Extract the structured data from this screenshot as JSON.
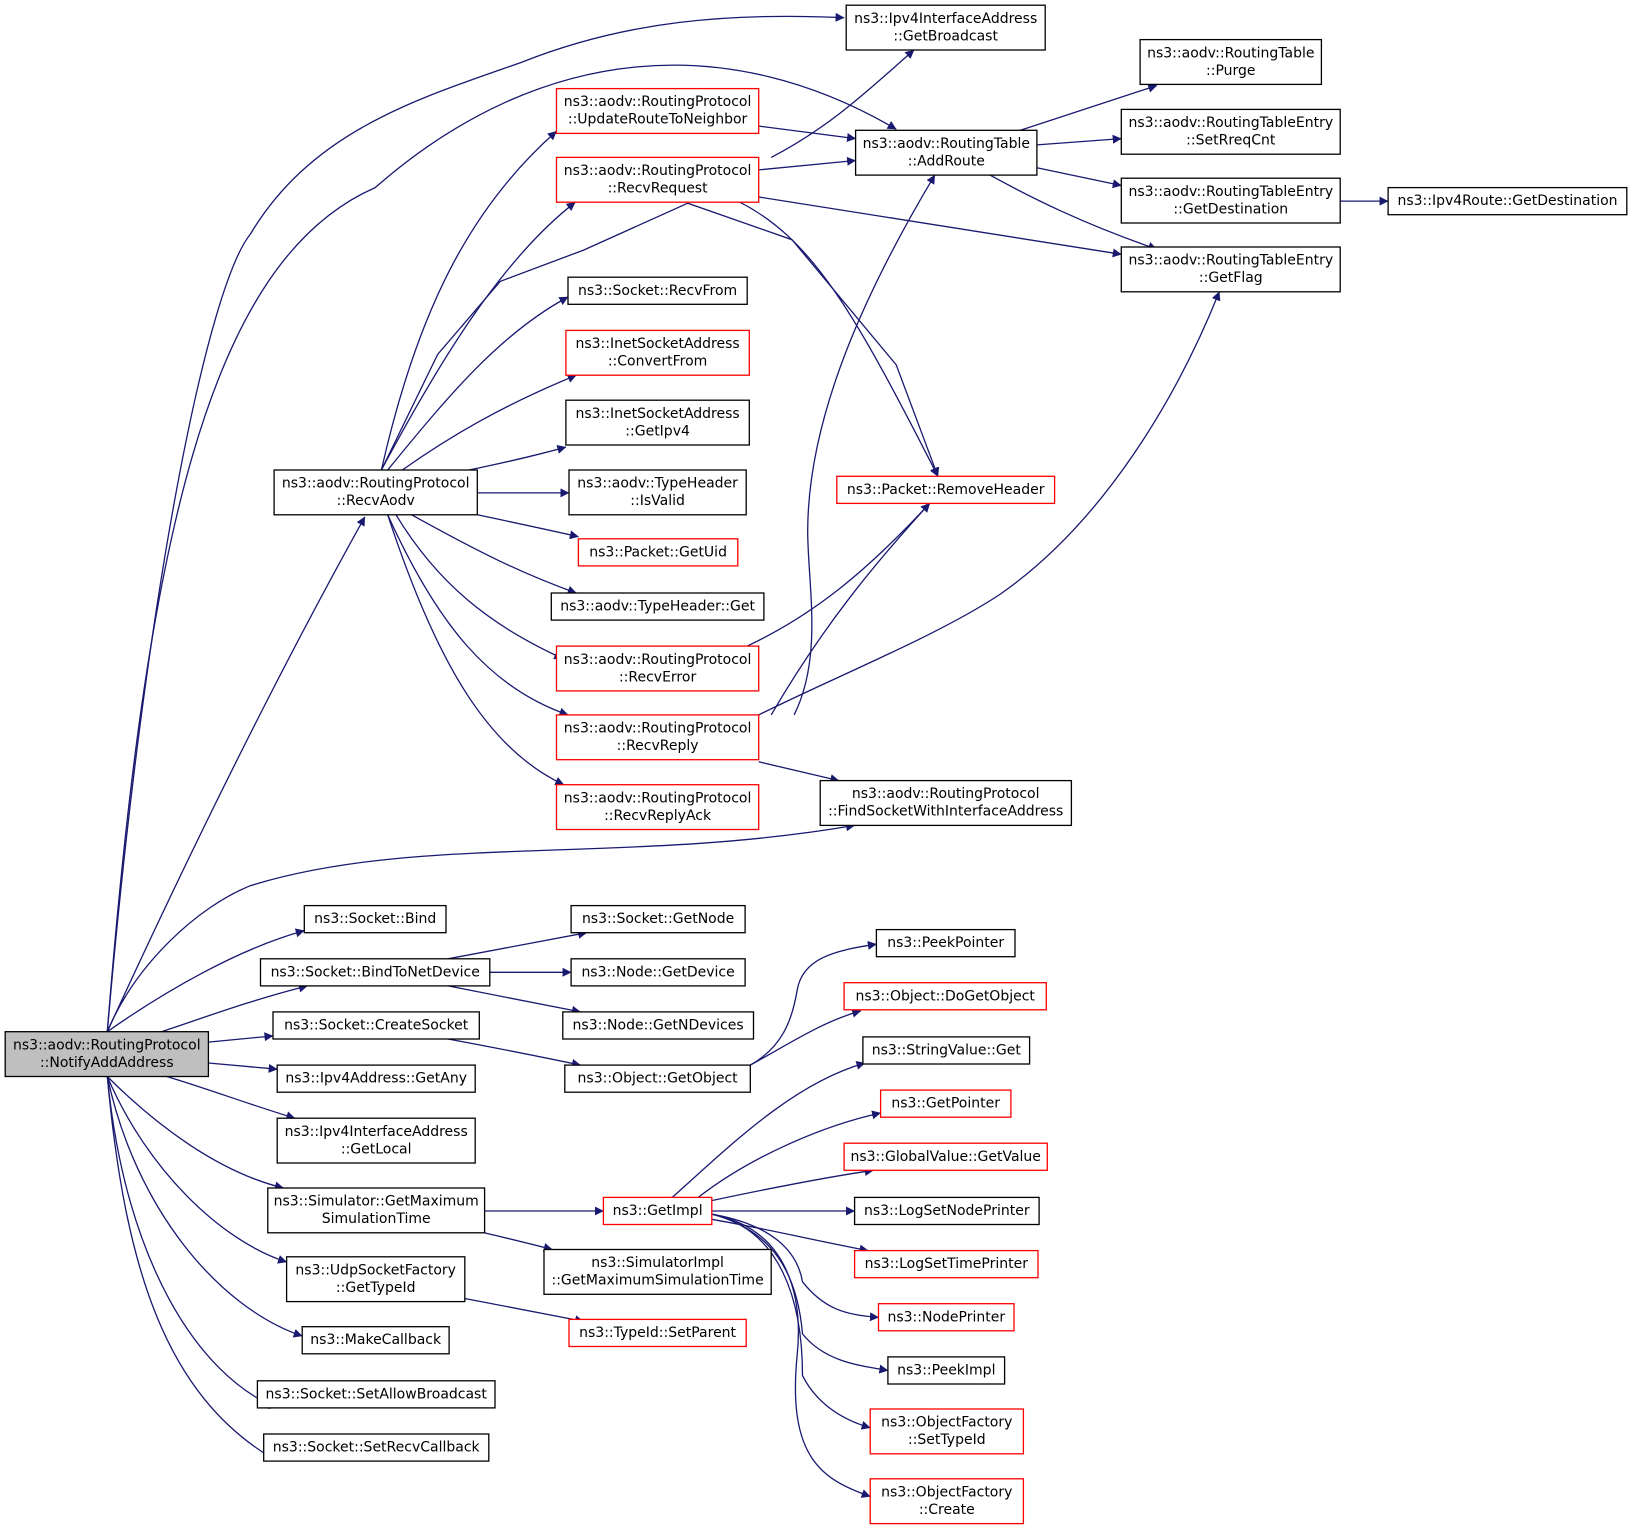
{
  "colors": {
    "edge": "#191970",
    "box_border": "#000000",
    "box_border_external": "#ff0000",
    "root_fill": "#bfbfbf",
    "background": "#ffffff"
  },
  "nodes": {
    "notify": {
      "lines": [
        "ns3::aodv::RoutingProtocol",
        "::NotifyAddAddress"
      ],
      "style": "root"
    },
    "getbcast": {
      "lines": [
        "ns3::Ipv4InterfaceAddress",
        "::GetBroadcast"
      ],
      "style": "normal"
    },
    "updroute": {
      "lines": [
        "ns3::aodv::RoutingProtocol",
        "::UpdateRouteToNeighbor"
      ],
      "style": "red"
    },
    "recvreq": {
      "lines": [
        "ns3::aodv::RoutingProtocol",
        "::RecvRequest"
      ],
      "style": "red"
    },
    "addroute": {
      "lines": [
        "ns3::aodv::RoutingTable",
        "::AddRoute"
      ],
      "style": "normal"
    },
    "purge": {
      "lines": [
        "ns3::aodv::RoutingTable",
        "::Purge"
      ],
      "style": "normal"
    },
    "setrreq": {
      "lines": [
        "ns3::aodv::RoutingTableEntry",
        "::SetRreqCnt"
      ],
      "style": "normal"
    },
    "getdest": {
      "lines": [
        "ns3::aodv::RoutingTableEntry",
        "::GetDestination"
      ],
      "style": "normal"
    },
    "ipv4dest": {
      "lines": [
        "ns3::Ipv4Route::GetDestination"
      ],
      "style": "normal"
    },
    "getflag": {
      "lines": [
        "ns3::aodv::RoutingTableEntry",
        "::GetFlag"
      ],
      "style": "normal"
    },
    "recvfrom": {
      "lines": [
        "ns3::Socket::RecvFrom"
      ],
      "style": "normal"
    },
    "convfrom": {
      "lines": [
        "ns3::InetSocketAddress",
        "::ConvertFrom"
      ],
      "style": "red"
    },
    "getipv4": {
      "lines": [
        "ns3::InetSocketAddress",
        "::GetIpv4"
      ],
      "style": "normal"
    },
    "recvaodv": {
      "lines": [
        "ns3::aodv::RoutingProtocol",
        "::RecvAodv"
      ],
      "style": "normal"
    },
    "isvalid": {
      "lines": [
        "ns3::aodv::TypeHeader",
        "::IsValid"
      ],
      "style": "normal"
    },
    "rmheader": {
      "lines": [
        "ns3::Packet::RemoveHeader"
      ],
      "style": "red"
    },
    "getuid": {
      "lines": [
        "ns3::Packet::GetUid"
      ],
      "style": "red"
    },
    "thget": {
      "lines": [
        "ns3::aodv::TypeHeader::Get"
      ],
      "style": "normal"
    },
    "recverr": {
      "lines": [
        "ns3::aodv::RoutingProtocol",
        "::RecvError"
      ],
      "style": "red"
    },
    "recvrep": {
      "lines": [
        "ns3::aodv::RoutingProtocol",
        "::RecvReply"
      ],
      "style": "red"
    },
    "findsock": {
      "lines": [
        "ns3::aodv::RoutingProtocol",
        "::FindSocketWithInterfaceAddress"
      ],
      "style": "normal"
    },
    "recvack": {
      "lines": [
        "ns3::aodv::RoutingProtocol",
        "::RecvReplyAck"
      ],
      "style": "red"
    },
    "bind": {
      "lines": [
        "ns3::Socket::Bind"
      ],
      "style": "normal"
    },
    "getnode": {
      "lines": [
        "ns3::Socket::GetNode"
      ],
      "style": "normal"
    },
    "bindnd": {
      "lines": [
        "ns3::Socket::BindToNetDevice"
      ],
      "style": "normal"
    },
    "getdev": {
      "lines": [
        "ns3::Node::GetDevice"
      ],
      "style": "normal"
    },
    "peekptr": {
      "lines": [
        "ns3::PeekPointer"
      ],
      "style": "normal"
    },
    "dogetobj": {
      "lines": [
        "ns3::Object::DoGetObject"
      ],
      "style": "red"
    },
    "getndev": {
      "lines": [
        "ns3::Node::GetNDevices"
      ],
      "style": "normal"
    },
    "createsk": {
      "lines": [
        "ns3::Socket::CreateSocket"
      ],
      "style": "normal"
    },
    "strget": {
      "lines": [
        "ns3::StringValue::Get"
      ],
      "style": "normal"
    },
    "getobj": {
      "lines": [
        "ns3::Object::GetObject"
      ],
      "style": "normal"
    },
    "getany": {
      "lines": [
        "ns3::Ipv4Address::GetAny"
      ],
      "style": "normal"
    },
    "getptr": {
      "lines": [
        "ns3::GetPointer"
      ],
      "style": "red"
    },
    "getlocal": {
      "lines": [
        "ns3::Ipv4InterfaceAddress",
        "::GetLocal"
      ],
      "style": "normal"
    },
    "gvget": {
      "lines": [
        "ns3::GlobalValue::GetValue"
      ],
      "style": "red"
    },
    "simmax": {
      "lines": [
        "ns3::Simulator::GetMaximum",
        "SimulationTime"
      ],
      "style": "normal"
    },
    "getimpl": {
      "lines": [
        "ns3::GetImpl"
      ],
      "style": "red"
    },
    "lognode": {
      "lines": [
        "ns3::LogSetNodePrinter"
      ],
      "style": "normal"
    },
    "simimpl": {
      "lines": [
        "ns3::SimulatorImpl",
        "::GetMaximumSimulationTime"
      ],
      "style": "normal"
    },
    "logtime": {
      "lines": [
        "ns3::LogSetTimePrinter"
      ],
      "style": "red"
    },
    "udpfact": {
      "lines": [
        "ns3::UdpSocketFactory",
        "::GetTypeId"
      ],
      "style": "normal"
    },
    "nodeprt": {
      "lines": [
        "ns3::NodePrinter"
      ],
      "style": "red"
    },
    "setparent": {
      "lines": [
        "ns3::TypeId::SetParent"
      ],
      "style": "red"
    },
    "mkcb": {
      "lines": [
        "ns3::MakeCallback"
      ],
      "style": "normal"
    },
    "peekimpl": {
      "lines": [
        "ns3::PeekImpl"
      ],
      "style": "normal"
    },
    "allowbc": {
      "lines": [
        "ns3::Socket::SetAllowBroadcast"
      ],
      "style": "normal"
    },
    "ofsettid": {
      "lines": [
        "ns3::ObjectFactory",
        "::SetTypeId"
      ],
      "style": "red"
    },
    "setrecvcb": {
      "lines": [
        "ns3::Socket::SetRecvCallback"
      ],
      "style": "normal"
    },
    "ofcreate": {
      "lines": [
        "ns3::ObjectFactory",
        "::Create"
      ],
      "style": "red"
    }
  },
  "edges": [
    [
      "notify",
      "getbcast"
    ],
    [
      "notify",
      "addroute"
    ],
    [
      "notify",
      "recvaodv"
    ],
    [
      "notify",
      "findsock"
    ],
    [
      "notify",
      "bind"
    ],
    [
      "notify",
      "bindnd"
    ],
    [
      "notify",
      "createsk"
    ],
    [
      "notify",
      "getany"
    ],
    [
      "notify",
      "getlocal"
    ],
    [
      "notify",
      "simmax"
    ],
    [
      "notify",
      "udpfact"
    ],
    [
      "notify",
      "mkcb"
    ],
    [
      "notify",
      "allowbc"
    ],
    [
      "notify",
      "setrecvcb"
    ],
    [
      "recvaodv",
      "updroute"
    ],
    [
      "recvaodv",
      "recvreq"
    ],
    [
      "recvaodv",
      "rmheader"
    ],
    [
      "recvaodv",
      "recvfrom"
    ],
    [
      "recvaodv",
      "convfrom"
    ],
    [
      "recvaodv",
      "getipv4"
    ],
    [
      "recvaodv",
      "isvalid"
    ],
    [
      "recvaodv",
      "getuid"
    ],
    [
      "recvaodv",
      "thget"
    ],
    [
      "recvaodv",
      "recverr"
    ],
    [
      "recvaodv",
      "recvrep"
    ],
    [
      "recvaodv",
      "recvack"
    ],
    [
      "updroute",
      "addroute"
    ],
    [
      "recvreq",
      "addroute"
    ],
    [
      "recvreq",
      "getbcast"
    ],
    [
      "recvreq",
      "rmheader"
    ],
    [
      "recvreq",
      "getflag"
    ],
    [
      "addroute",
      "purge"
    ],
    [
      "addroute",
      "setrreq"
    ],
    [
      "addroute",
      "getdest"
    ],
    [
      "addroute",
      "getflag"
    ],
    [
      "getdest",
      "ipv4dest"
    ],
    [
      "recverr",
      "rmheader"
    ],
    [
      "recvrep",
      "rmheader"
    ],
    [
      "recvrep",
      "addroute"
    ],
    [
      "recvrep",
      "getflag"
    ],
    [
      "recvrep",
      "findsock"
    ],
    [
      "bindnd",
      "getnode"
    ],
    [
      "bindnd",
      "getdev"
    ],
    [
      "bindnd",
      "getndev"
    ],
    [
      "createsk",
      "getobj"
    ],
    [
      "getobj",
      "peekptr"
    ],
    [
      "getobj",
      "dogetobj"
    ],
    [
      "simmax",
      "getimpl"
    ],
    [
      "simmax",
      "simimpl"
    ],
    [
      "getimpl",
      "strget"
    ],
    [
      "getimpl",
      "getptr"
    ],
    [
      "getimpl",
      "gvget"
    ],
    [
      "getimpl",
      "lognode"
    ],
    [
      "getimpl",
      "logtime"
    ],
    [
      "getimpl",
      "nodeprt"
    ],
    [
      "getimpl",
      "peekimpl"
    ],
    [
      "getimpl",
      "ofsettid"
    ],
    [
      "getimpl",
      "ofcreate"
    ],
    [
      "udpfact",
      "setparent"
    ]
  ]
}
